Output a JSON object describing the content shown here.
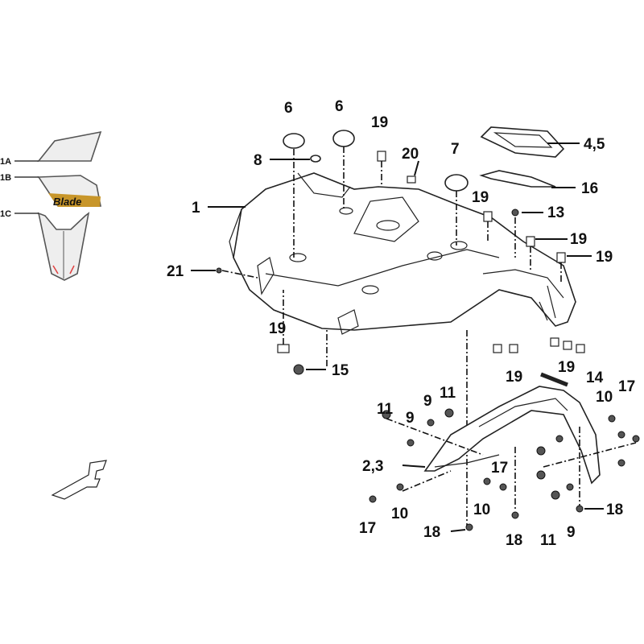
{
  "decal_labels": [
    "1A",
    "1B",
    "1C"
  ],
  "decal_text": "Blade",
  "callouts": [
    "6",
    "6",
    "19",
    "8",
    "20",
    "7",
    "4,5",
    "1",
    "16",
    "19",
    "13",
    "19",
    "19",
    "21",
    "19",
    "15",
    "19",
    "19",
    "14",
    "17",
    "11",
    "9",
    "11",
    "10",
    "9",
    "2,3",
    "17",
    "10",
    "10",
    "17",
    "18",
    "18",
    "11",
    "9",
    "18"
  ],
  "colors": {
    "line": "#222222",
    "decal_gold": "#c8962a",
    "decal_red": "#e04040"
  }
}
